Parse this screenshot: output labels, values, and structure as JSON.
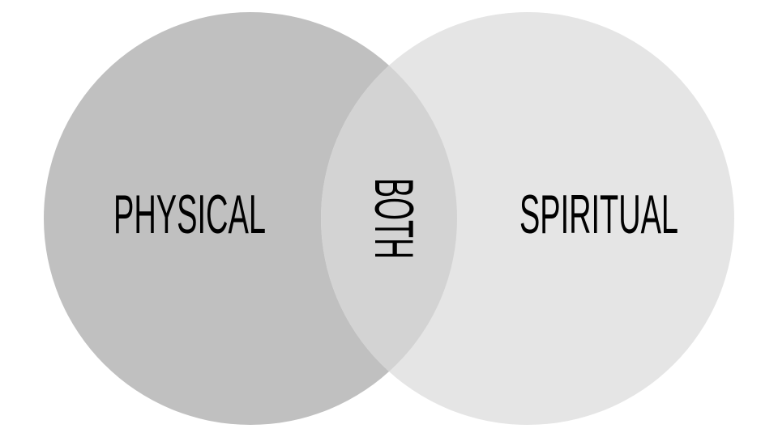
{
  "diagram": {
    "type": "venn",
    "sets": [
      {
        "label": "PHYSICAL",
        "color": "#c0c0c0"
      },
      {
        "label": "SPIRITUAL",
        "color": "#e5e5e5"
      }
    ],
    "intersection": {
      "label": "BOTH",
      "color": "#d3d3d3"
    }
  }
}
